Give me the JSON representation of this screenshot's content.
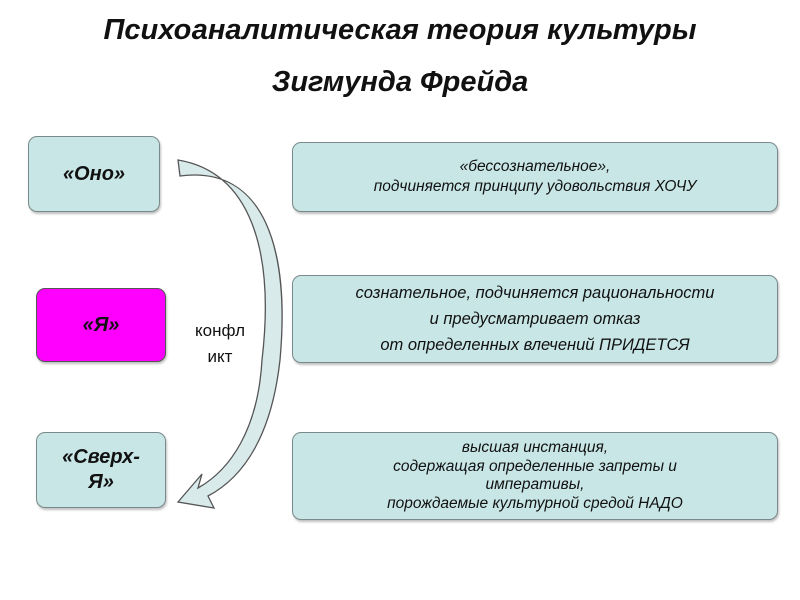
{
  "title": {
    "line1": "Психоаналитическая теория культуры",
    "line2": "Зигмунда Фрейда"
  },
  "left": {
    "ono": "«Оно»",
    "ya": "«Я»",
    "sverh_line1": "«Сверх-",
    "sverh_line2": "Я»"
  },
  "conflict": {
    "line1": "конфл",
    "line2": "икт"
  },
  "descriptions": {
    "ono": [
      "«бессознательное»,",
      "подчиняется принципу удовольствия ХОЧУ"
    ],
    "ya": [
      "сознательное, подчиняется рациональности",
      "и предусматривает отказ",
      "от определенных влечений  ПРИДЕТСЯ"
    ],
    "sverh": [
      "высшая инстанция,",
      "содержащая определенные запреты и",
      "императивы,",
      "порождаемые культурной средой  НАДО"
    ]
  },
  "colors": {
    "box_fill": "#c9e6e6",
    "ya_fill": "#ff00ff",
    "arrow_fill": "#d8eaea"
  }
}
